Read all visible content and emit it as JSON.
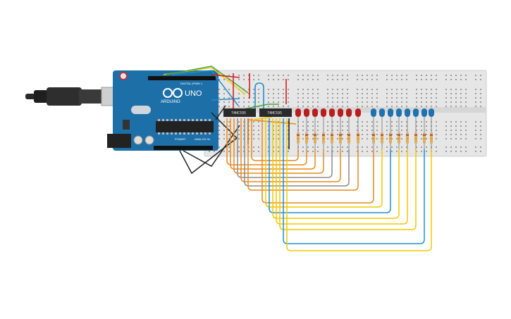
{
  "arduino": {
    "brand": "ARDUINO",
    "model": "UNO",
    "digital_header": "DIGITAL (PWM~)",
    "power_header": "POWER",
    "analog_header": "ANALOG IN",
    "color_board": "#1d6fa8"
  },
  "chips": [
    {
      "label": "74HC595"
    },
    {
      "label": "74HC595"
    }
  ],
  "leds": {
    "red_count": 8,
    "blue_count": 8,
    "red_color": "#b81e1e",
    "blue_color": "#1f72b0"
  },
  "wire_colors": {
    "orange": "#e9891c",
    "yellow": "#f2c800",
    "blue": "#1f8fd0",
    "red": "#d21f1f",
    "green": "#46a23c",
    "black": "#222222",
    "gray": "#8a8a8a"
  }
}
